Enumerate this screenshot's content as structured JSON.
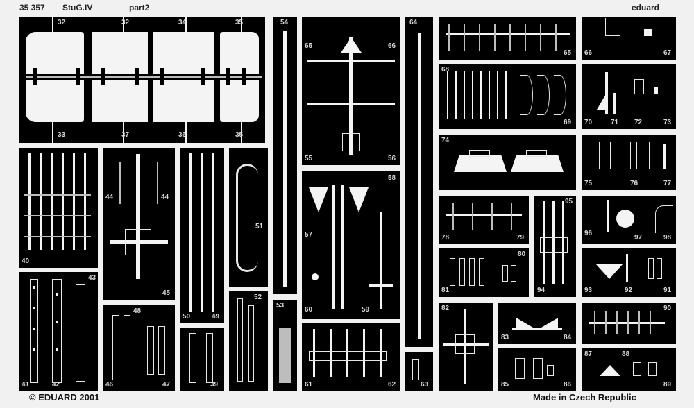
{
  "header": {
    "kit_code": "35 357",
    "subject": "StuG.IV",
    "part": "part2",
    "brand": "eduard"
  },
  "footer": {
    "copyright": "© EDUARD 2001",
    "origin": "Made in Czech Republic"
  },
  "colors": {
    "fret_metal": "#f1f1f1",
    "background": "#000000",
    "part_labels": "#d8d8d8"
  },
  "part_numbers": {
    "p32a": "32",
    "p32b": "32",
    "p34": "34",
    "p35a": "35",
    "p33": "33",
    "p37": "37",
    "p36": "36",
    "p35b": "35",
    "p54": "54",
    "p65a": "65",
    "p66a": "66",
    "p55": "55",
    "p56": "56",
    "p58": "58",
    "p57": "57",
    "p60": "60",
    "p59": "59",
    "p61": "61",
    "p62": "62",
    "p64": "64",
    "p63": "63",
    "p53": "53",
    "p68": "68",
    "p69": "69",
    "p65b": "65",
    "p66b": "66",
    "p67": "67",
    "p70": "70",
    "p71": "71",
    "p72": "72",
    "p73": "73",
    "p74": "74",
    "p75": "75",
    "p76": "76",
    "p77": "77",
    "p78": "78",
    "p79": "79",
    "p80": "80",
    "p81": "81",
    "p95": "95",
    "p94": "94",
    "p96": "96",
    "p97": "97",
    "p98": "98",
    "p93": "93",
    "p92": "92",
    "p91": "91",
    "p82": "82",
    "p83": "83",
    "p84": "84",
    "p85": "85",
    "p86": "86",
    "p90": "90",
    "p87": "87",
    "p88": "88",
    "p89": "89",
    "p40": "40",
    "p43": "43",
    "p41": "41",
    "p42": "42",
    "p44a": "44",
    "p44b": "44",
    "p45": "45",
    "p46": "46",
    "p47": "47",
    "p48": "48",
    "p50": "50",
    "p49": "49",
    "p51": "51",
    "p52": "52",
    "p39": "39"
  }
}
